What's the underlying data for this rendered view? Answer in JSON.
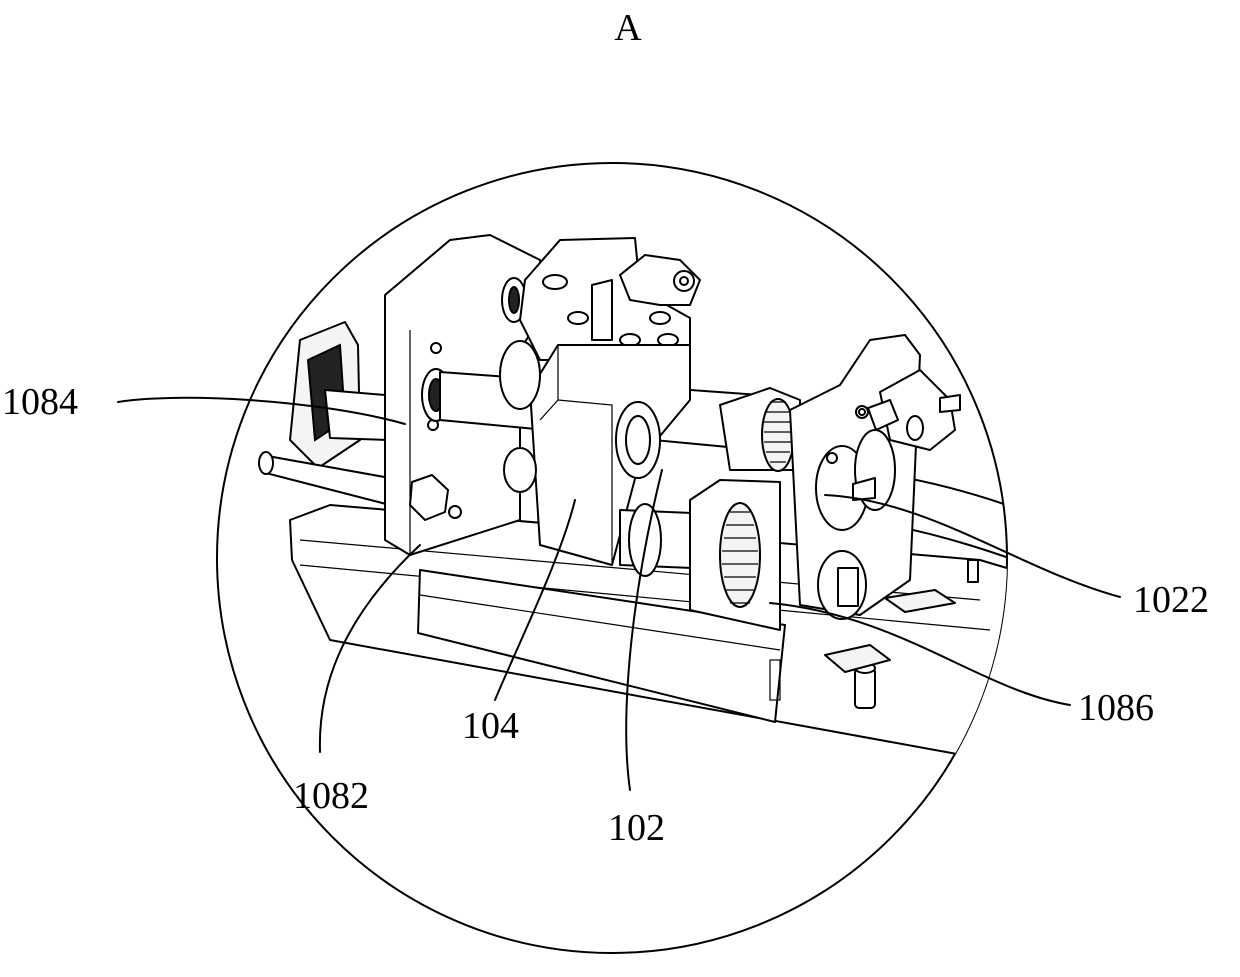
{
  "figure": {
    "view_label": "A",
    "callouts": [
      {
        "id": "c1084",
        "text": "1084"
      },
      {
        "id": "c1082",
        "text": "1082"
      },
      {
        "id": "c104",
        "text": "104"
      },
      {
        "id": "c102",
        "text": "102"
      },
      {
        "id": "c1022",
        "text": "1022"
      },
      {
        "id": "c1086",
        "text": "1086"
      }
    ]
  }
}
